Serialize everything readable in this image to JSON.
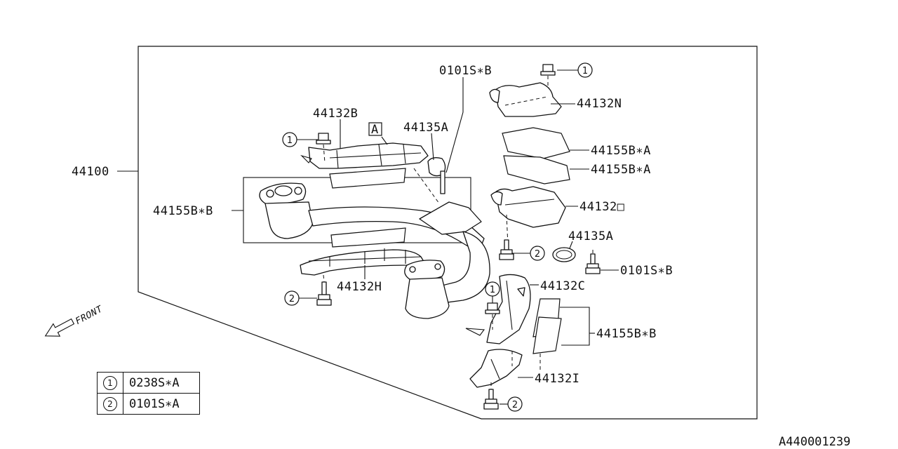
{
  "labels": {
    "assembly": "44100",
    "cover_b": "44132B",
    "clamp_a_upper": "44135A",
    "bolt_b_upper": "0101S∗B",
    "cover_n": "44132N",
    "insulator_ba_1": "44155B∗A",
    "insulator_ba_2": "44155B∗A",
    "cover_o": "44132□",
    "clamp_a_lower": "44135A",
    "bolt_b_lower": "0101S∗B",
    "insulator_bb_left": "44155B∗B",
    "cover_h": "44132H",
    "cover_c": "44132C",
    "insulator_bb_right": "44155B∗B",
    "cover_i": "44132I",
    "ref_a": "A",
    "front": "FRONT"
  },
  "callouts": {
    "one": "1",
    "two": "2"
  },
  "legend": [
    {
      "key": "1",
      "part": "0238S∗A"
    },
    {
      "key": "2",
      "part": "0101S∗A"
    }
  ],
  "figure_id": "A440001239"
}
